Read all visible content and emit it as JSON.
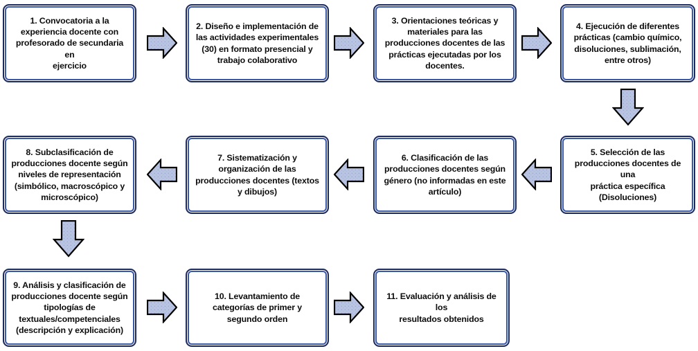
{
  "diagram": {
    "title": "Flujo de la experiencia docente",
    "type": "flowchart",
    "orientation": "serpentine",
    "colors": {
      "box_border_outer": "#1b2a5e",
      "box_border_inner": "#3a58a8",
      "box_fill": "#ffffff",
      "arrow_fill": "#b9c4e2",
      "arrow_stroke": "#000000",
      "text": "#0d0d0d",
      "background": "#ffffff"
    },
    "nodes": [
      {
        "id": "n1",
        "number": "1",
        "label": "1. Convocatoria a la\nexperiencia docente con\nprofesorado de secundaria en\nejercicio"
      },
      {
        "id": "n2",
        "number": "2",
        "label": "2. Diseño e implementación de\nlas actividades experimentales\n(30) en formato presencial y\ntrabajo colaborativo"
      },
      {
        "id": "n3",
        "number": "3",
        "label": "3. Orientaciones teóricas y\nmateriales para las\nproducciones docentes de las\nprácticas ejecutadas por los\ndocentes."
      },
      {
        "id": "n4",
        "number": "4",
        "label": "4. Ejecución de diferentes\nprácticas (cambio químico,\ndisoluciones, sublimación,\nentre otros)"
      },
      {
        "id": "n5",
        "number": "5",
        "label": "5. Selección de las\nproducciones docentes de una\npráctica específica\n(Disoluciones)"
      },
      {
        "id": "n6",
        "number": "6",
        "label": "6. Clasificación de las\nproducciones docentes según\ngénero (no informadas en este\nartículo)"
      },
      {
        "id": "n7",
        "number": "7",
        "label": "7. Sistematización y\norganización de las\nproducciones docentes (textos\ny dibujos)"
      },
      {
        "id": "n8",
        "number": "8",
        "label": "8. Subclasificación de\nproducciones docente según\nniveles de representación\n(simbólico, macroscópico y\nmicroscópico)"
      },
      {
        "id": "n9",
        "number": "9",
        "label": "9. Análisis y clasificación de\nproducciones docente según\ntipologías de\ntextuales/competenciales\n(descripción y explicación)"
      },
      {
        "id": "n10",
        "number": "10",
        "label": "10. Levantamiento de\ncategorías de primer y\nsegundo orden"
      },
      {
        "id": "n11",
        "number": "11",
        "label": "11. Evaluación y análisis de los\nresultados obtenidos"
      }
    ],
    "connectors": [
      {
        "id": "a1",
        "from": "n1",
        "to": "n2",
        "direction": "right"
      },
      {
        "id": "a2",
        "from": "n2",
        "to": "n3",
        "direction": "right"
      },
      {
        "id": "a3",
        "from": "n3",
        "to": "n4",
        "direction": "right"
      },
      {
        "id": "a4",
        "from": "n4",
        "to": "n5",
        "direction": "down"
      },
      {
        "id": "a5",
        "from": "n5",
        "to": "n6",
        "direction": "left"
      },
      {
        "id": "a6",
        "from": "n6",
        "to": "n7",
        "direction": "left"
      },
      {
        "id": "a7",
        "from": "n7",
        "to": "n8",
        "direction": "left"
      },
      {
        "id": "a8",
        "from": "n8",
        "to": "n9",
        "direction": "down"
      },
      {
        "id": "a9",
        "from": "n9",
        "to": "n10",
        "direction": "right"
      },
      {
        "id": "a10",
        "from": "n10",
        "to": "n11",
        "direction": "right"
      }
    ]
  }
}
